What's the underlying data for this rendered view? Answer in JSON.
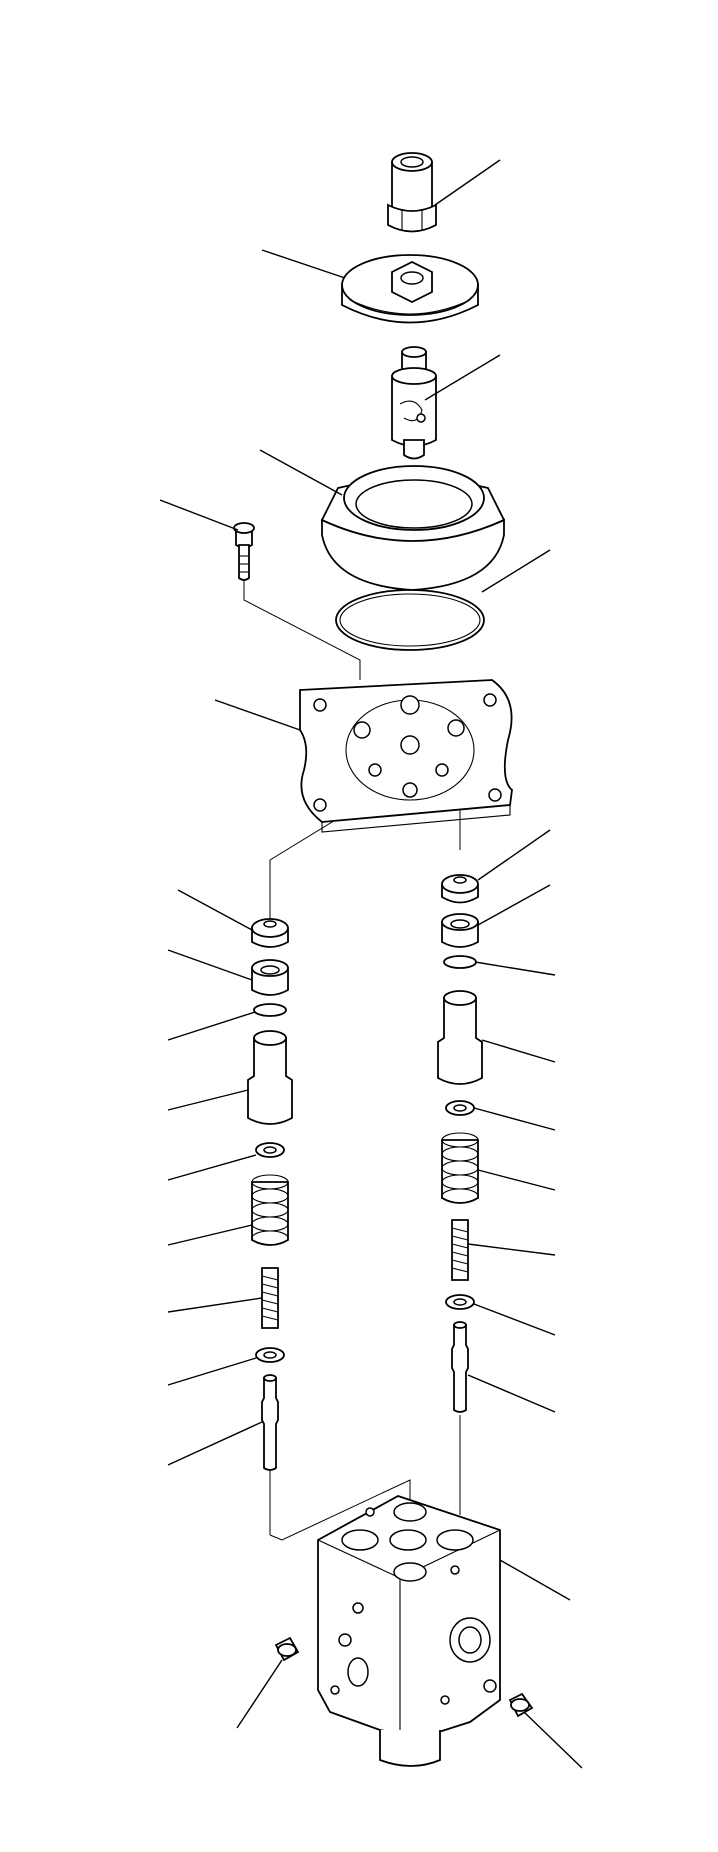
{
  "diagram": {
    "type": "exploded-parts-view",
    "line_color": "#000000",
    "background": "#ffffff",
    "parts": [
      "top-nut",
      "disc-plate",
      "universal-joint",
      "boot-retainer",
      "bolt",
      "o-ring-top",
      "cover-plate",
      "left-valve-stack",
      "right-valve-stack",
      "valve-body",
      "left-plug",
      "right-plug"
    ],
    "callout_count": 30
  }
}
